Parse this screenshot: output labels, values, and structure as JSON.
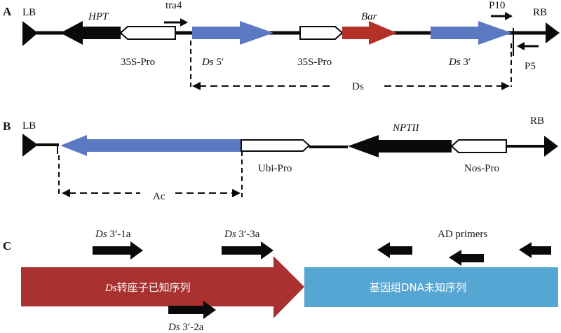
{
  "panel_a": {
    "letter": "A",
    "lb": "LB",
    "rb": "RB",
    "hpt": "HPT",
    "tra4": "tra4",
    "bar": "Bar",
    "p10": "P10",
    "p5": "P5",
    "promoter_left": "35S-Pro",
    "promoter_mid": "35S-Pro",
    "ds5_italic": "Ds",
    "ds5_rest": " 5′",
    "ds3_italic": "Ds",
    "ds3_rest": " 3′",
    "ds_span": "Ds"
  },
  "panel_b": {
    "letter": "B",
    "lb": "LB",
    "rb": "RB",
    "nptii": "NPTII",
    "ubi_pro": "Ubi-Pro",
    "nos_pro": "Nos-Pro",
    "ac_span": "Ac"
  },
  "panel_c": {
    "letter": "C",
    "primer_1a_italic": "Ds",
    "primer_1a_rest": " 3′-1a",
    "primer_3a_italic": "Ds",
    "primer_3a_rest": " 3′-3a",
    "primer_2a_italic": "Ds",
    "primer_2a_rest": " 3′-2a",
    "ad_primers": "AD primers",
    "known_italic": "Ds",
    "known_rest": "转座子已知序列",
    "unknown": "基因组DNA未知序列"
  },
  "colors": {
    "ds_blue": "#5b78c2",
    "bar_red": "#b4312a",
    "black": "#0a0a0a",
    "unknown_blue": "#56a6d3",
    "known_red": "#a93230"
  }
}
